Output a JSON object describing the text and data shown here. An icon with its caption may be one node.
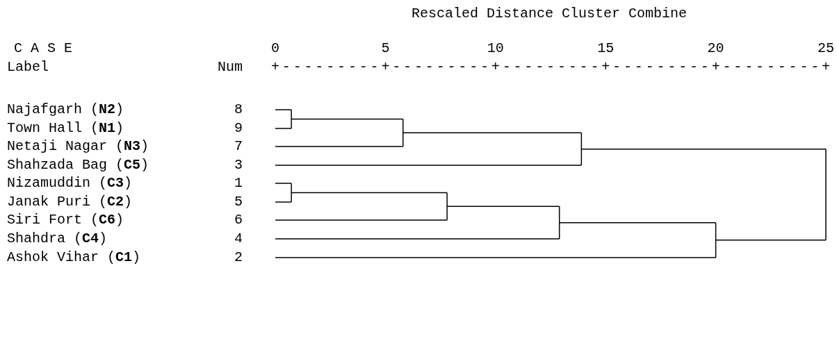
{
  "diagram": {
    "title": "Rescaled Distance Cluster Combine",
    "labels": [
      "C A S E",
      "0",
      "5",
      "10",
      "15",
      "20",
      "25",
      "Label",
      "Num",
      "+---------+---------+---------+---------+---------+",
      "Najafgarh (**N2**)",
      "8",
      "Town Hall (**N1**)",
      "9",
      "Netaji Nagar (**N3**)",
      "7",
      "Shahzada Bag (**C5**)",
      "3",
      "Nizamuddin (**C3**)",
      "1",
      "Janak Puri (**C2**)",
      "5",
      "Siri Fort (**C6**)",
      "6",
      "Shahdra (**C4**)",
      "4",
      "Ashok Vihar (**C1**)",
      "2"
    ]
  }
}
